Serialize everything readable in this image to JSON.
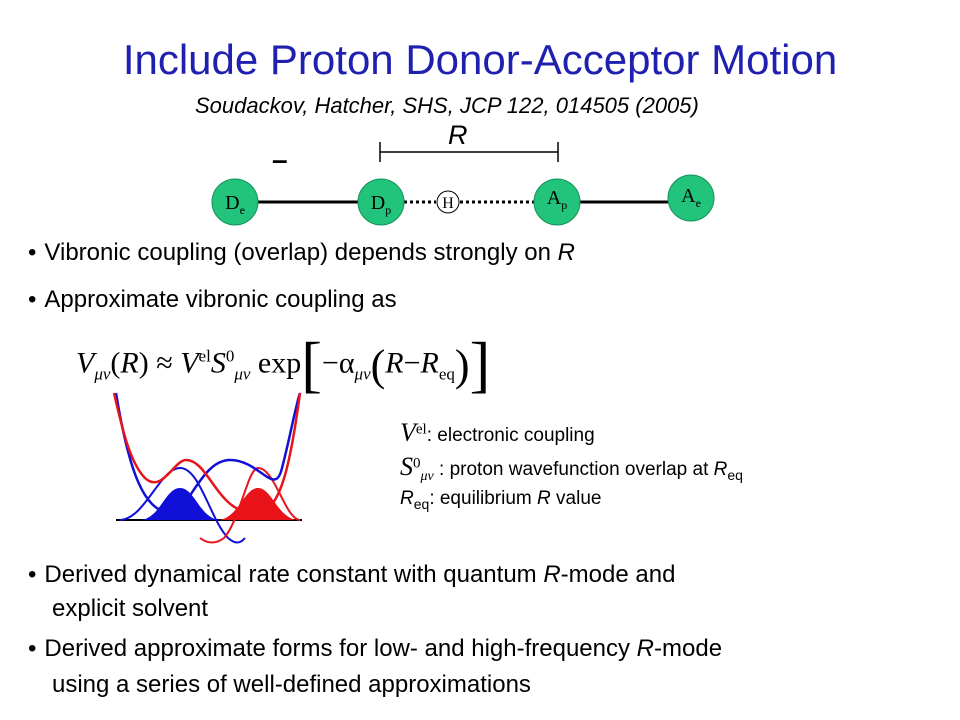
{
  "title": "Include Proton Donor-Acceptor Motion",
  "citation": "Soudackov, Hatcher, SHS, JCP 122, 014505 (2005)",
  "diagram": {
    "r_label": "R",
    "minus": "–",
    "nodes": [
      {
        "main": "D",
        "sub": "e"
      },
      {
        "main": "D",
        "sub": "p"
      },
      {
        "main": "H",
        "sub": ""
      },
      {
        "main": "A",
        "sub": "p"
      },
      {
        "main": "A",
        "sub": "e"
      }
    ],
    "node_color": "#22c37a"
  },
  "bullets": {
    "b1_text": "Vibronic coupling (overlap) depends strongly on ",
    "b1_var": "R",
    "b2_text": "Approximate vibronic coupling as",
    "b3_line1_a": "Derived dynamical rate constant with quantum ",
    "b3_line1_var": "R",
    "b3_line1_b": "-mode and",
    "b3_line2": "explicit solvent",
    "b4_line1_a": "Derived approximate forms for low- and high-frequency ",
    "b4_line1_var": "R",
    "b4_line1_b": "-mode",
    "b4_line2": "using a series of well-defined approximations"
  },
  "equation": {
    "V": "V",
    "mu_nu": "μν",
    "R": "R",
    "approx": "≈",
    "el": "el",
    "S": "S",
    "zero": "0",
    "exp": "exp",
    "minus_alpha": "−α",
    "minus": "−",
    "eq": "eq"
  },
  "definitions": {
    "d1_sym": "V",
    "d1_sup": "el",
    "d1_text": ": electronic coupling",
    "d2_sym": "S",
    "d2_sup": "0",
    "d2_sub": "μν",
    "d2_text": " : proton wavefunction overlap at ",
    "d2_var": "R",
    "d2_sub2": "eq",
    "d3_var": "R",
    "d3_sub": "eq",
    "d3_text": ": equilibrium ",
    "d3_var2": "R",
    "d3_tail": " value"
  },
  "plot_colors": {
    "red": "#e8141a",
    "blue": "#1010d8"
  }
}
